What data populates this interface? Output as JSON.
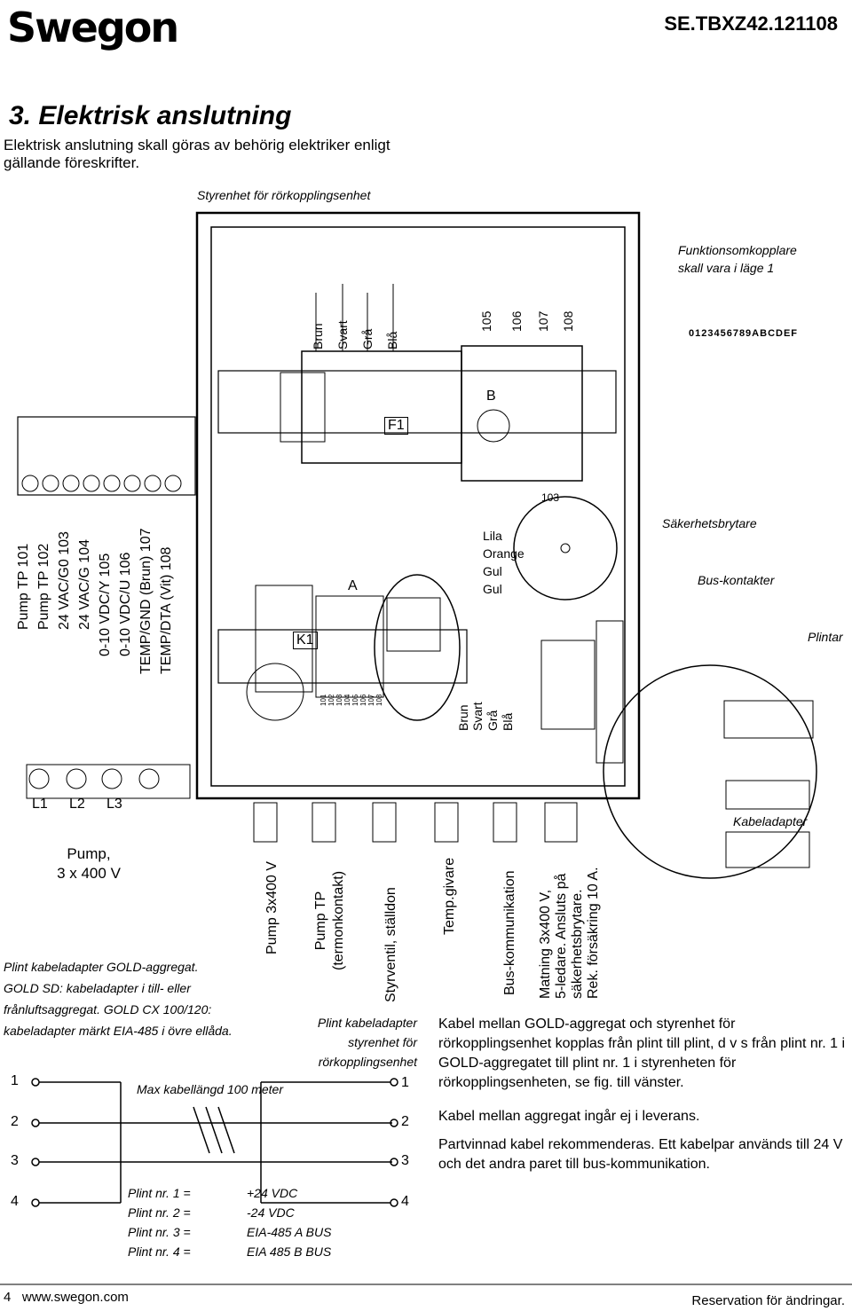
{
  "header": {
    "logo": "Swegon",
    "doc_id": "SE.TBXZ42.121108"
  },
  "section": {
    "title": "3. Elektrisk anslutning",
    "intro": "Elektrisk anslutning skall göras av behörig elektriker enligt gällande föreskrifter."
  },
  "diagram": {
    "unit_title": "Styrenhet för rörkopplingsenhet",
    "switch_note": "Funktionsomkopplare skall vara i läge 1",
    "switch_digits": "0123456789ABCDEF",
    "wire_top": [
      "Brun",
      "Svart",
      "Grå",
      "Blå"
    ],
    "term_top": [
      "105",
      "106",
      "107",
      "108"
    ],
    "block_b": "B",
    "fuse": "F1",
    "term_103": "103",
    "contactor": "K1",
    "area_a": "A",
    "wire_mid": [
      "Lila",
      "Orange",
      "Gul",
      "Gul"
    ],
    "wire_bottom": [
      "Brun",
      "Svart",
      "Grå",
      "Blå"
    ],
    "small_terms": [
      "101",
      "102",
      "103",
      "104",
      "105",
      "106",
      "107",
      "108"
    ],
    "safety_switch": "Säkerhetsbrytare",
    "bus_contacts": "Bus-kontakter",
    "terminals": "Plintar",
    "cable_adapter": "Kabeladapter",
    "left_terms": [
      {
        "name": "Pump TP",
        "num": "101"
      },
      {
        "name": "Pump TP",
        "num": "102"
      },
      {
        "name": "24 VAC/G0",
        "num": "103"
      },
      {
        "name": "24 VAC/G",
        "num": "104"
      },
      {
        "name": "0-10 VDC/Y",
        "num": "105"
      },
      {
        "name": "0-10 VDC/U",
        "num": "106"
      },
      {
        "name": "TEMP/GND (Brun)",
        "num": "107"
      },
      {
        "name": "TEMP/DTA (Vit)",
        "num": "108"
      }
    ],
    "phases": [
      "L1",
      "L2",
      "L3"
    ],
    "pump_label": "Pump,\n3 x 400 V",
    "cables": [
      "Pump 3x400 V",
      "Pump TP\n(termonkontakt)",
      "Styrventil, ställdon",
      "Temp.givare",
      "Bus-kommunikation",
      "Matning 3x400 V,\n5-ledare. Ansluts på\nsäkerhetsbrytare.\nRek. försäkring 10 A."
    ]
  },
  "wiring": {
    "gold_note": "Plint kabeladapter GOLD-aggregat. GOLD SD: kabeladapter i till- eller frånluftsaggregat. GOLD CX 100/120: kabeladapter märkt EIA-485 i övre ellåda.",
    "unit_note": "Plint kabeladapter styrenhet för rörkopplingsenhet",
    "max_len": "Max kabellängd 100 meter",
    "left_pins": [
      "1",
      "2",
      "3",
      "4"
    ],
    "right_pins": [
      "1",
      "2",
      "3",
      "4"
    ],
    "plint_rows": [
      {
        "label": "Plint nr. 1 =",
        "value": "+24 VDC"
      },
      {
        "label": "Plint nr. 2 =",
        "value": "-24 VDC"
      },
      {
        "label": "Plint nr. 3 =",
        "value": "EIA-485 A BUS"
      },
      {
        "label": "Plint nr. 4 =",
        "value": "EIA 485 B BUS"
      }
    ]
  },
  "text": {
    "p1": "Kabel mellan GOLD-aggregat och styrenhet för rörkopplingsenhet kopplas från plint till plint, d v s från plint nr. 1 i GOLD-aggregatet till plint nr. 1 i styrenheten för rörkopplingsenheten, se fig. till vänster.",
    "p2": "Kabel mellan aggregat ingår ej i leverans.",
    "p3": "Partvinnad kabel rekommenderas. Ett kabelpar används till 24 V och det andra paret till bus-kommunikation."
  },
  "footer": {
    "page": "4",
    "site": "www.swegon.com",
    "right": "Reservation för ändringar."
  }
}
